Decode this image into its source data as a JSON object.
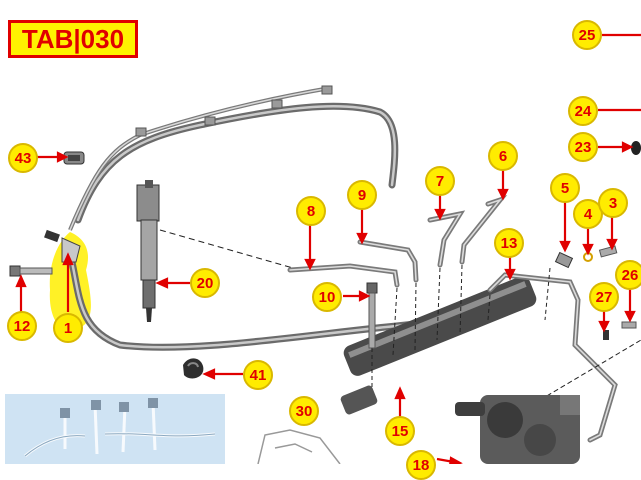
{
  "title": "TAB|030",
  "colors": {
    "callout_fill": "#ffec00",
    "callout_text": "#e00000",
    "arrow": "#e00000",
    "title_fill": "#fff200",
    "title_border": "#e00000",
    "pipe": "#6f6f6f",
    "highlight": "#ffee00",
    "inset_background": "#cfe3f3"
  },
  "callouts": {
    "c1": "1",
    "c3": "3",
    "c4": "4",
    "c5": "5",
    "c6": "6",
    "c7": "7",
    "c8": "8",
    "c9": "9",
    "c10": "10",
    "c12": "12",
    "c13": "13",
    "c15": "15",
    "c18": "18",
    "c20": "20",
    "c23": "23",
    "c24": "24",
    "c25": "25",
    "c26": "26",
    "c27": "27",
    "c30": "30",
    "c41": "41",
    "c43": "43"
  }
}
